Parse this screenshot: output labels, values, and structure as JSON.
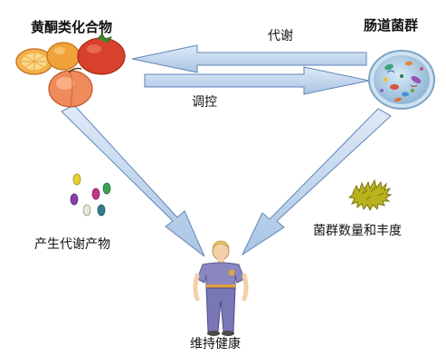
{
  "labels": {
    "flavonoids": "黄酮类化合物",
    "gut_flora": "肠道菌群",
    "metabolism": "代谢",
    "regulation": "调控",
    "metabolites": "产生代谢产物",
    "abundance": "菌群数量和丰度",
    "health": "维持健康"
  },
  "colors": {
    "arrow_fill": "#c6daf0",
    "arrow_stroke": "#5f86b8",
    "petri_fill": "#b8d3ea",
    "orange": "#f0a23a",
    "tomato": "#d8412b",
    "peach": "#ef8a5a",
    "shirt": "#8a86c0",
    "pants": "#7a77b6",
    "skin": "#f4cfa8",
    "hair": "#e6c66a",
    "bacteria_mat": "#b8b21c"
  },
  "icons": {
    "fruits": "fruit-cluster-icon",
    "petri_dish": "petri-dish-icon",
    "pills": "metabolite-beads-icon",
    "bacteria": "bacteria-mat-icon",
    "person": "person-figure-icon"
  }
}
